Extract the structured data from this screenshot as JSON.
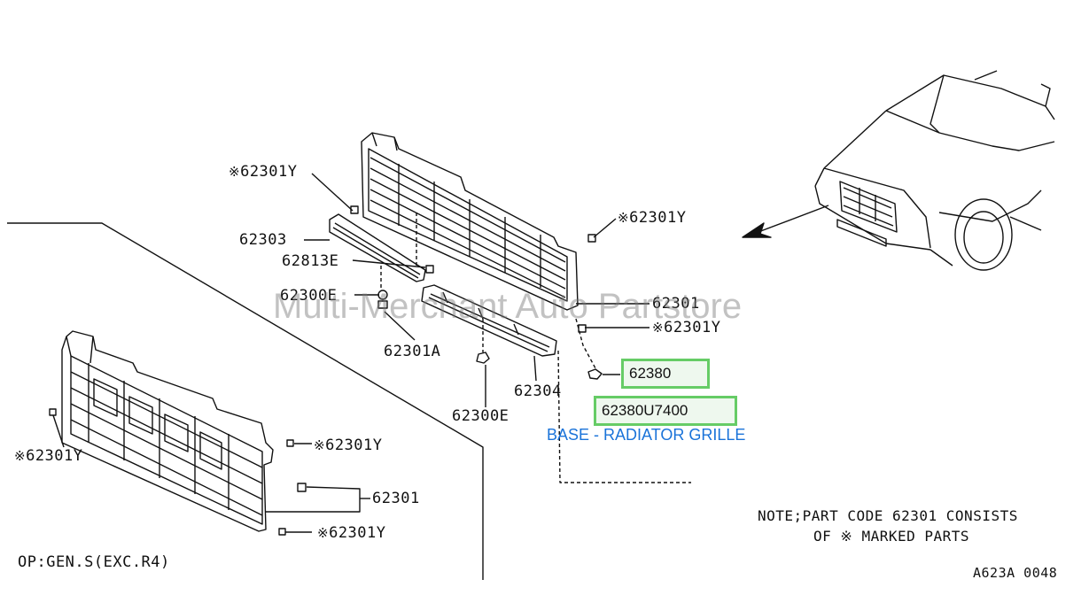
{
  "callouts": {
    "y_top_left": "62301Y",
    "y_top_right": "62301Y",
    "c62303": "62303",
    "c62813e": "62813E",
    "c62300e_a": "62300E",
    "c62301_main": "62301",
    "c62301y_mid": "62301Y",
    "c62301a": "62301A",
    "c62304": "62304",
    "c62300e_b": "62300E",
    "c62380": "62380",
    "lower_y_left": "62301Y",
    "lower_y_a": "62301Y",
    "lower_62301": "62301",
    "lower_y_b": "62301Y"
  },
  "marker_symbol": "※",
  "highlight": {
    "part_number": "62380U7400",
    "description": "BASE - RADIATOR GRILLE"
  },
  "watermark": "Multi-Merchant Auto Partstore",
  "note": {
    "line1": "NOTE;PART CODE 62301 CONSISTS",
    "line2": "OF ※ MARKED PARTS"
  },
  "option_label": "OP:GEN.S(EXC.R4)",
  "diagram_code": "A623A 0048",
  "colors": {
    "line": "#111111",
    "highlight_border": "#66cc66",
    "highlight_fill": "#eef8ee",
    "description": "#1a73d9"
  }
}
